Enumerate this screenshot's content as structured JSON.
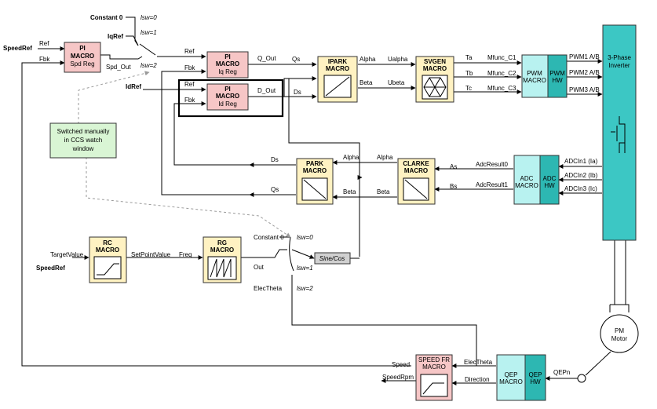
{
  "colors": {
    "pi": "#f6c6c6",
    "macro": "#fff2c2",
    "pwm_adc": "#b8f2f0",
    "hw": "#2db7b2",
    "inverter": "#3cc7c4",
    "note": "#d9f5d4",
    "sincos": "#d0d0d0"
  },
  "inputs": {
    "speed_ref": "SpeedRef",
    "iq_ref": "IqRef",
    "id_ref": "IdRef",
    "speed_ref_2": "SpeedRef",
    "const0_top": "Constant 0",
    "const0_bottom": "Constant 0"
  },
  "switch1": {
    "isw0": "lsw=0",
    "isw1": "lsw=1",
    "isw2": "lsw=2"
  },
  "switch2": {
    "isw0": "lsw=0",
    "isw1": "lsw=1",
    "isw2": "lsw=2"
  },
  "blocks": {
    "pi_spd": {
      "line1": "PI",
      "line2": "MACRO",
      "line3": "Spd Reg",
      "ref": "Ref",
      "fbk": "Fbk"
    },
    "pi_iq": {
      "line1": "PI",
      "line2": "MACRO",
      "line3": "Iq Reg",
      "ref": "Ref",
      "fbk": "Fbk"
    },
    "pi_id": {
      "line1": "PI",
      "line2": "MACRO",
      "line3": "Id Reg",
      "ref": "Ref",
      "fbk": "Fbk"
    },
    "ipark": {
      "line1": "IPARK",
      "line2": "MACRO"
    },
    "svgen": {
      "line1": "SVGEN",
      "line2": "MACRO"
    },
    "pwm": {
      "line1": "PWM",
      "line2": "MACRO",
      "hw1": "PWM",
      "hw2": "HW"
    },
    "park": {
      "line1": "PARK",
      "line2": "MACRO"
    },
    "clarke": {
      "line1": "CLARKE",
      "line2": "MACRO"
    },
    "adc": {
      "line1": "ADC",
      "line2": "MACRO",
      "hw1": "ADC",
      "hw2": "HW"
    },
    "rc": {
      "line1": "RC",
      "line2": "MACRO"
    },
    "rg": {
      "line1": "RG",
      "line2": "MACRO"
    },
    "speed_fr": {
      "line1": "SPEED FR",
      "line2": "MACRO"
    },
    "qep": {
      "line1": "QEP",
      "line2": "MACRO",
      "hw1": "QEP",
      "hw2": "HW"
    },
    "inverter": {
      "line1": "3-Phase",
      "line2": "Inverter"
    },
    "motor": {
      "line1": "PM",
      "line2": "Motor"
    },
    "sincos": "Sine/Cos"
  },
  "signals": {
    "spd_out": "Spd_Out",
    "q_out": "Q_Out",
    "d_out": "D_Out",
    "qs_in": "Qs",
    "ds_in": "Ds",
    "alpha_ipark": "Alpha",
    "beta_ipark": "Beta",
    "ualpha": "Ualpha",
    "ubeta": "Ubeta",
    "ta": "Ta",
    "tb": "Tb",
    "tc": "Tc",
    "mfunc_c1": "Mfunc_C1",
    "mfunc_c2": "Mfunc_C2",
    "mfunc_c3": "Mfunc_C3",
    "pwm1": "PWM1 A/B",
    "pwm2": "PWM2 A/B",
    "pwm3": "PWM3 A/B",
    "ds_park": "Ds",
    "qs_park": "Qs",
    "alpha_park": "Alpha",
    "beta_park": "Beta",
    "alpha_clarke": "Alpha",
    "beta_clarke": "Beta",
    "as": "As",
    "bs": "Bs",
    "adc_result0": "AdcResult0",
    "adc_result1": "AdcResult1",
    "adcin1": "ADCIn1 (Ia)",
    "adcin2": "ADCIn2 (Ib)",
    "adcin3": "ADCIn3 (Ic)",
    "target_value": "TargetValue",
    "set_point_value": "SetPointValue",
    "freq": "Freq",
    "out": "Out",
    "elec_theta": "ElecTheta",
    "elec_theta_fr": "ElecTheta",
    "direction": "Direction",
    "speed": "Speed",
    "speed_rpm": "SpeedRpm",
    "qepn": "QEPn"
  },
  "note": {
    "line1": "Switched manually",
    "line2": "in CCS watch",
    "line3": "window"
  }
}
